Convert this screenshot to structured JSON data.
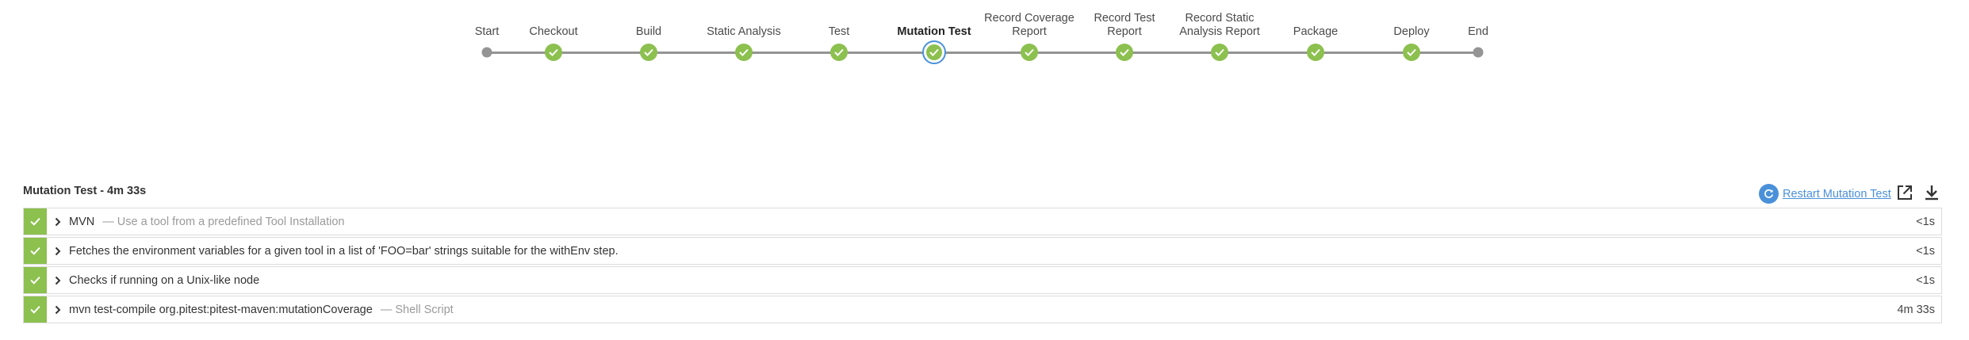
{
  "pipeline": {
    "stages": [
      {
        "label": "Start",
        "kind": "end"
      },
      {
        "label": "Checkout",
        "kind": "done"
      },
      {
        "label": "Build",
        "kind": "done"
      },
      {
        "label": "Static Analysis",
        "kind": "done"
      },
      {
        "label": "Test",
        "kind": "done"
      },
      {
        "label": "Mutation Test",
        "kind": "selected"
      },
      {
        "label": "Record Coverage Report",
        "kind": "done"
      },
      {
        "label": "Record Test Report",
        "kind": "done"
      },
      {
        "label": "Record Static Analysis Report",
        "kind": "done"
      },
      {
        "label": "Package",
        "kind": "done"
      },
      {
        "label": "Deploy",
        "kind": "done"
      },
      {
        "label": "End",
        "kind": "end"
      }
    ]
  },
  "panel": {
    "title": "Mutation Test - 4m 33s",
    "restart_label": "Restart Mutation Test",
    "icons": {
      "restart": "restart-icon",
      "open_external": "open-external-icon",
      "download": "download-icon"
    }
  },
  "steps": [
    {
      "name": "MVN",
      "desc": "— Use a tool from a predefined Tool Installation",
      "duration": "<1s",
      "status": "success"
    },
    {
      "name": "Fetches the environment variables for a given tool in a list of 'FOO=bar' strings suitable for the withEnv step.",
      "desc": "",
      "duration": "<1s",
      "status": "success"
    },
    {
      "name": "Checks if running on a Unix-like node",
      "desc": "",
      "duration": "<1s",
      "status": "success"
    },
    {
      "name": "mvn test-compile org.pitest:pitest-maven:mutationCoverage",
      "desc": "— Shell Script",
      "duration": "4m 33s",
      "status": "success"
    }
  ],
  "colors": {
    "success": "#8cc04f",
    "accent": "#4a90d9",
    "line": "#949494"
  }
}
